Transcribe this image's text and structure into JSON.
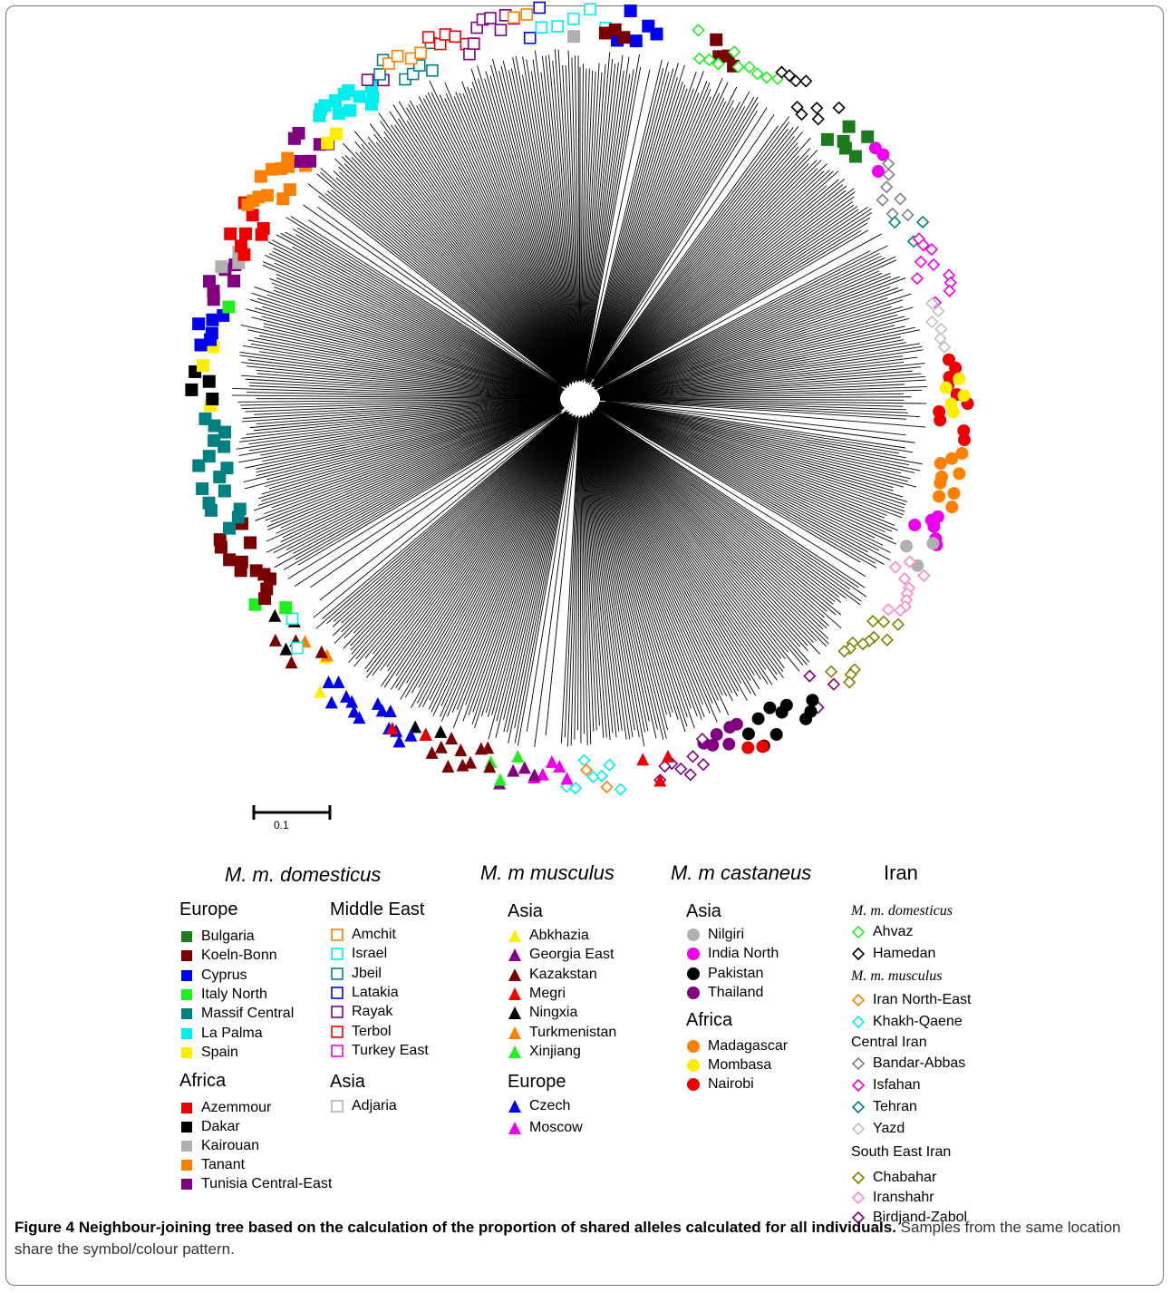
{
  "scale_bar_label": "0.1",
  "caption": {
    "bold": "Figure 4 Neighbour-joining tree based on the calculation of the proportion of shared alleles calculated for all individuals.",
    "rest": " Samples from the same location share the symbol/colour pattern."
  },
  "legend": {
    "domesticus": {
      "title": "M. m. domesticus",
      "europe": {
        "head": "Europe",
        "items": [
          {
            "label": "Bulgaria",
            "color": "#1e7a1e",
            "shape": "square-filled"
          },
          {
            "label": "Koeln-Bonn",
            "color": "#7a0000",
            "shape": "square-filled"
          },
          {
            "label": "Cyprus",
            "color": "#0000ee",
            "shape": "square-filled"
          },
          {
            "label": "Italy North",
            "color": "#22ee22",
            "shape": "square-filled"
          },
          {
            "label": "Massif Central",
            "color": "#008080",
            "shape": "square-filled"
          },
          {
            "label": "La Palma",
            "color": "#00eeee",
            "shape": "square-filled"
          },
          {
            "label": "Spain",
            "color": "#ffee00",
            "shape": "square-filled"
          }
        ]
      },
      "africa": {
        "head": "Africa",
        "items": [
          {
            "label": "Azemmour",
            "color": "#ee0000",
            "shape": "square-filled"
          },
          {
            "label": "Dakar",
            "color": "#000000",
            "shape": "square-filled"
          },
          {
            "label": "Kairouan",
            "color": "#b0b0b0",
            "shape": "square-filled"
          },
          {
            "label": "Tanant",
            "color": "#ff7f00",
            "shape": "square-filled"
          },
          {
            "label": "Tunisia Central-East",
            "color": "#800080",
            "shape": "square-filled"
          }
        ]
      },
      "middle_east": {
        "head": "Middle East",
        "items": [
          {
            "label": "Amchit",
            "color": "#ff7f00",
            "shape": "square-open"
          },
          {
            "label": "Israel",
            "color": "#00eeee",
            "shape": "square-open"
          },
          {
            "label": "Jbeil",
            "color": "#008080",
            "shape": "square-open"
          },
          {
            "label": "Latakia",
            "color": "#0000ee",
            "shape": "square-open"
          },
          {
            "label": "Rayak",
            "color": "#800080",
            "shape": "square-open"
          },
          {
            "label": "Terbol",
            "color": "#ee0000",
            "shape": "square-open"
          },
          {
            "label": "Turkey East",
            "color": "#ee00ee",
            "shape": "square-open"
          }
        ]
      },
      "asia": {
        "head": "Asia",
        "items": [
          {
            "label": "Adjaria",
            "color": "#b0b0b0",
            "shape": "square-open"
          }
        ]
      }
    },
    "musculus": {
      "title": "M. m musculus",
      "asia": {
        "head": "Asia",
        "items": [
          {
            "label": "Abkhazia",
            "color": "#ffee00",
            "shape": "triangle"
          },
          {
            "label": "Georgia East",
            "color": "#800080",
            "shape": "triangle"
          },
          {
            "label": "Kazakstan",
            "color": "#7a0000",
            "shape": "triangle"
          },
          {
            "label": "Megri",
            "color": "#ee0000",
            "shape": "triangle"
          },
          {
            "label": "Ningxia",
            "color": "#000000",
            "shape": "triangle"
          },
          {
            "label": "Turkmenistan",
            "color": "#ff7f00",
            "shape": "triangle"
          },
          {
            "label": "Xinjiang",
            "color": "#22ee22",
            "shape": "triangle"
          }
        ]
      },
      "europe": {
        "head": "Europe",
        "items": [
          {
            "label": "Czech",
            "color": "#0000ee",
            "shape": "triangle"
          },
          {
            "label": "Moscow",
            "color": "#ee00ee",
            "shape": "triangle"
          }
        ]
      }
    },
    "castaneus": {
      "title": "M. m castaneus",
      "asia": {
        "head": "Asia",
        "items": [
          {
            "label": "Nilgiri",
            "color": "#b0b0b0",
            "shape": "circle"
          },
          {
            "label": "India North",
            "color": "#ee00ee",
            "shape": "circle"
          },
          {
            "label": "Pakistan",
            "color": "#000000",
            "shape": "circle"
          },
          {
            "label": "Thailand",
            "color": "#800080",
            "shape": "circle"
          }
        ]
      },
      "africa": {
        "head": "Africa",
        "items": [
          {
            "label": "Madagascar",
            "color": "#ff7f00",
            "shape": "circle"
          },
          {
            "label": "Mombasa",
            "color": "#ffee00",
            "shape": "circle"
          },
          {
            "label": "Nairobi",
            "color": "#ee0000",
            "shape": "circle"
          }
        ]
      }
    },
    "iran": {
      "title": "Iran",
      "domesticus": {
        "head": "M. m. domesticus",
        "items": [
          {
            "label": "Ahvaz",
            "color": "#22ee22",
            "shape": "diamond"
          },
          {
            "label": "Hamedan",
            "color": "#000000",
            "shape": "diamond"
          }
        ]
      },
      "musculus": {
        "head": "M. m. musculus",
        "items": [
          {
            "label": "Iran North-East",
            "color": "#ff7f00",
            "shape": "diamond"
          },
          {
            "label": "Khakh-Qaene",
            "color": "#00eeee",
            "shape": "diamond"
          }
        ]
      },
      "central": {
        "head": "Central Iran",
        "items": [
          {
            "label": "Bandar-Abbas",
            "color": "#808080",
            "shape": "diamond"
          },
          {
            "label": "Isfahan",
            "color": "#ee00ee",
            "shape": "diamond"
          },
          {
            "label": "Tehran",
            "color": "#008080",
            "shape": "diamond"
          },
          {
            "label": "Yazd",
            "color": "#c0c0c0",
            "shape": "diamond"
          }
        ]
      },
      "south_east": {
        "head": "South East Iran",
        "items": [
          {
            "label": "Chabahar",
            "color": "#808000",
            "shape": "diamond"
          },
          {
            "label": "Iranshahr",
            "color": "#ff88cc",
            "shape": "diamond"
          },
          {
            "label": "Birdjand-Zabol",
            "color": "#800080",
            "shape": "diamond"
          }
        ]
      }
    }
  },
  "tree_clusters": [
    {
      "group": "Cyprus",
      "color": "#0000ee",
      "shape": "square-filled",
      "deg_from": -84,
      "deg_to": -78,
      "count": 5
    },
    {
      "group": "Koeln-Bonn",
      "color": "#7a0000",
      "shape": "square-filled",
      "deg_from": -69,
      "deg_to": -65,
      "count": 4
    },
    {
      "group": "Ahvaz",
      "color": "#22ee22",
      "shape": "diamond",
      "deg_from": -72,
      "deg_to": -58,
      "count": 10
    },
    {
      "group": "Hamedan",
      "color": "#000000",
      "shape": "diamond",
      "deg_from": -58,
      "deg_to": -48,
      "count": 9
    },
    {
      "group": "Bulgaria",
      "color": "#1e7a1e",
      "shape": "square-filled",
      "deg_from": -46,
      "deg_to": -41,
      "count": 6
    },
    {
      "group": "India North",
      "color": "#ee00ee",
      "shape": "circle",
      "deg_from": -40,
      "deg_to": -37,
      "count": 3
    },
    {
      "group": "Bandar-Abbas",
      "color": "#808080",
      "shape": "diamond",
      "deg_from": -37,
      "deg_to": -29,
      "count": 7
    },
    {
      "group": "Tehran",
      "color": "#008080",
      "shape": "diamond",
      "deg_from": -29,
      "deg_to": -25,
      "count": 3
    },
    {
      "group": "Isfahan",
      "color": "#ee00ee",
      "shape": "diamond",
      "deg_from": -25,
      "deg_to": -15,
      "count": 10
    },
    {
      "group": "Yazd",
      "color": "#c0c0c0",
      "shape": "diamond",
      "deg_from": -15,
      "deg_to": -8,
      "count": 6
    },
    {
      "group": "Nairobi",
      "color": "#ee0000",
      "shape": "circle",
      "deg_from": -6,
      "deg_to": 6,
      "count": 10
    },
    {
      "group": "Mombasa",
      "color": "#ffee00",
      "shape": "circle",
      "deg_from": -3,
      "deg_to": 2,
      "count": 5
    },
    {
      "group": "Madagascar",
      "color": "#ff7f00",
      "shape": "circle",
      "deg_from": 8,
      "deg_to": 16,
      "count": 9
    },
    {
      "group": "India North",
      "color": "#ee00ee",
      "shape": "circle",
      "deg_from": 18,
      "deg_to": 22,
      "count": 6
    },
    {
      "group": "Nilgiri",
      "color": "#b0b0b0",
      "shape": "circle",
      "deg_from": 22,
      "deg_to": 26,
      "count": 3
    },
    {
      "group": "Iranshahr",
      "color": "#ff88cc",
      "shape": "diamond",
      "deg_from": 26,
      "deg_to": 34,
      "count": 10
    },
    {
      "group": "Chabahar",
      "color": "#808000",
      "shape": "diamond",
      "deg_from": 35,
      "deg_to": 47,
      "count": 14
    },
    {
      "group": "Birdjand-Zabol",
      "color": "#800080",
      "shape": "diamond",
      "deg_from": 48,
      "deg_to": 52,
      "count": 3
    },
    {
      "group": "Pakistan",
      "color": "#000000",
      "shape": "circle",
      "deg_from": 52,
      "deg_to": 63,
      "count": 10
    },
    {
      "group": "Nairobi",
      "color": "#ee0000",
      "shape": "circle",
      "deg_from": 62,
      "deg_to": 64,
      "count": 2
    },
    {
      "group": "Thailand",
      "color": "#800080",
      "shape": "circle",
      "deg_from": 64,
      "deg_to": 70,
      "count": 6
    },
    {
      "group": "Birdjand-Zabol",
      "color": "#800080",
      "shape": "diamond",
      "deg_from": 70,
      "deg_to": 78,
      "count": 8
    },
    {
      "group": "Megri",
      "color": "#ee0000",
      "shape": "triangle",
      "deg_from": 76,
      "deg_to": 80,
      "count": 3
    },
    {
      "group": "Khakh-Qaene",
      "color": "#00eeee",
      "shape": "diamond",
      "deg_from": 84,
      "deg_to": 92,
      "count": 7
    },
    {
      "group": "Iran North-East",
      "color": "#ff7f00",
      "shape": "diamond",
      "deg_from": 86,
      "deg_to": 89,
      "count": 2
    },
    {
      "group": "Moscow",
      "color": "#ee00ee",
      "shape": "triangle",
      "deg_from": 92,
      "deg_to": 97,
      "count": 5
    },
    {
      "group": "Georgia East",
      "color": "#800080",
      "shape": "triangle",
      "deg_from": 97,
      "deg_to": 102,
      "count": 4
    },
    {
      "group": "Xinjiang",
      "color": "#22ee22",
      "shape": "triangle",
      "deg_from": 100,
      "deg_to": 104,
      "count": 3
    },
    {
      "group": "Kazakstan",
      "color": "#7a0000",
      "shape": "triangle",
      "deg_from": 104,
      "deg_to": 113,
      "count": 10
    },
    {
      "group": "Ningxia",
      "color": "#000000",
      "shape": "triangle",
      "deg_from": 113,
      "deg_to": 117,
      "count": 3
    },
    {
      "group": "Czech",
      "color": "#0000ee",
      "shape": "triangle",
      "deg_from": 117,
      "deg_to": 132,
      "count": 14
    },
    {
      "group": "Megri",
      "color": "#ee0000",
      "shape": "triangle",
      "deg_from": 115,
      "deg_to": 120,
      "count": 2
    },
    {
      "group": "Abkhazia",
      "color": "#ffee00",
      "shape": "triangle",
      "deg_from": 132,
      "deg_to": 135,
      "count": 2
    },
    {
      "group": "Turkmenistan",
      "color": "#ff7f00",
      "shape": "triangle",
      "deg_from": 135,
      "deg_to": 139,
      "count": 2
    },
    {
      "group": "Kazakstan",
      "color": "#7a0000",
      "shape": "triangle",
      "deg_from": 136,
      "deg_to": 142,
      "count": 4
    },
    {
      "group": "Ningxia",
      "color": "#000000",
      "shape": "triangle",
      "deg_from": 140,
      "deg_to": 145,
      "count": 3
    },
    {
      "group": "Israel",
      "color": "#00eeee",
      "shape": "square-open",
      "deg_from": 139,
      "deg_to": 143,
      "count": 2
    },
    {
      "group": "Italy North",
      "color": "#22ee22",
      "shape": "square-filled",
      "deg_from": 145,
      "deg_to": 148,
      "count": 2
    },
    {
      "group": "Koeln-Bonn",
      "color": "#7a0000",
      "shape": "square-filled",
      "deg_from": 148,
      "deg_to": 160,
      "count": 12
    },
    {
      "group": "Massif Central",
      "color": "#008080",
      "shape": "square-filled",
      "deg_from": 160,
      "deg_to": 177,
      "count": 16
    },
    {
      "group": "Spain",
      "color": "#ffee00",
      "shape": "square-filled",
      "deg_from": 178,
      "deg_to": 180,
      "count": 1
    },
    {
      "group": "Dakar",
      "color": "#000000",
      "shape": "square-filled",
      "deg_from": 180,
      "deg_to": 184,
      "count": 4
    },
    {
      "group": "Spain",
      "color": "#ffee00",
      "shape": "square-filled",
      "deg_from": 185,
      "deg_to": 188,
      "count": 2
    },
    {
      "group": "Cyprus",
      "color": "#0000ee",
      "shape": "square-filled",
      "deg_from": 188,
      "deg_to": 193,
      "count": 6
    },
    {
      "group": "Italy North",
      "color": "#22ee22",
      "shape": "square-filled",
      "deg_from": 194,
      "deg_to": 195,
      "count": 1
    },
    {
      "group": "Tunisia Central-East",
      "color": "#800080",
      "shape": "square-filled",
      "deg_from": 195,
      "deg_to": 201,
      "count": 6
    },
    {
      "group": "Kairouan",
      "color": "#b0b0b0",
      "shape": "square-filled",
      "deg_from": 200,
      "deg_to": 203,
      "count": 3
    },
    {
      "group": "Azemmour",
      "color": "#ee0000",
      "shape": "square-filled",
      "deg_from": 203,
      "deg_to": 210,
      "count": 8
    },
    {
      "group": "Tanant",
      "color": "#ff7f00",
      "shape": "square-filled",
      "deg_from": 210,
      "deg_to": 220,
      "count": 12
    },
    {
      "group": "Tunisia Central-East",
      "color": "#800080",
      "shape": "square-filled",
      "deg_from": 220,
      "deg_to": 225,
      "count": 6
    },
    {
      "group": "Spain",
      "color": "#ffee00",
      "shape": "square-filled",
      "deg_from": 225,
      "deg_to": 227,
      "count": 2
    },
    {
      "group": "La Palma",
      "color": "#00eeee",
      "shape": "square-filled",
      "deg_from": 227,
      "deg_to": 236,
      "count": 12
    },
    {
      "group": "Rayak",
      "color": "#800080",
      "shape": "square-open",
      "deg_from": 236,
      "deg_to": 238,
      "count": 2
    },
    {
      "group": "Jbeil",
      "color": "#008080",
      "shape": "square-open",
      "deg_from": 238,
      "deg_to": 247,
      "count": 7
    },
    {
      "group": "Amchit",
      "color": "#ff7f00",
      "shape": "square-open",
      "deg_from": 240,
      "deg_to": 245,
      "count": 4
    },
    {
      "group": "Terbol",
      "color": "#ee0000",
      "shape": "square-open",
      "deg_from": 247,
      "deg_to": 252,
      "count": 5
    },
    {
      "group": "Rayak",
      "color": "#800080",
      "shape": "square-open",
      "deg_from": 252,
      "deg_to": 260,
      "count": 8
    },
    {
      "group": "Amchit",
      "color": "#ff7f00",
      "shape": "square-open",
      "deg_from": 260,
      "deg_to": 262,
      "count": 2
    },
    {
      "group": "Latakia",
      "color": "#0000ee",
      "shape": "square-open",
      "deg_from": 262,
      "deg_to": 264,
      "count": 2
    },
    {
      "group": "Israel",
      "color": "#00eeee",
      "shape": "square-open",
      "deg_from": 264,
      "deg_to": 274,
      "count": 5
    },
    {
      "group": "Koeln-Bonn",
      "color": "#7a0000",
      "shape": "square-filled",
      "deg_from": 274,
      "deg_to": 277,
      "count": 3
    },
    {
      "group": "Kairouan",
      "color": "#b0b0b0",
      "shape": "square-filled",
      "deg_from": 268,
      "deg_to": 270,
      "count": 1
    }
  ]
}
